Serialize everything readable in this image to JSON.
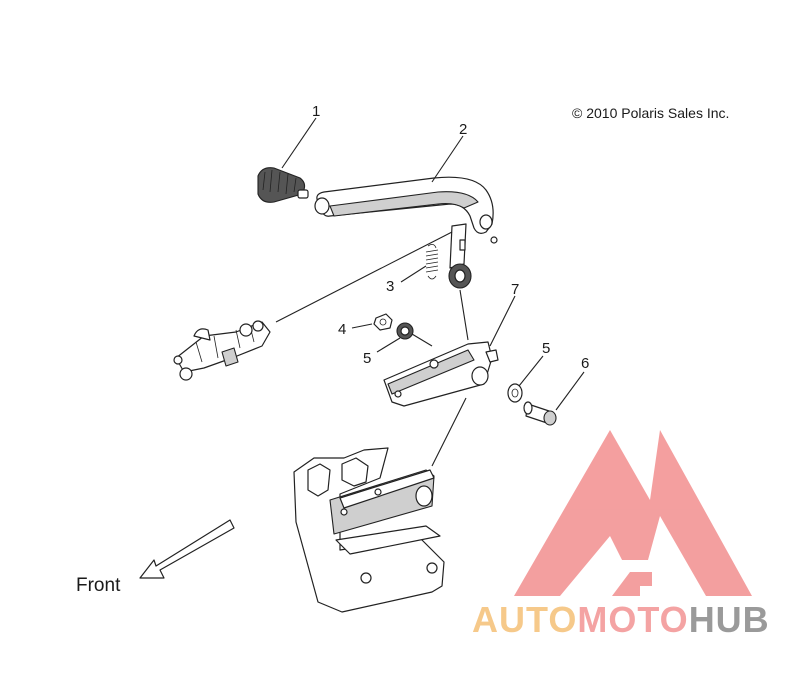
{
  "copyright": "© 2010 Polaris Sales Inc.",
  "direction_label": "Front",
  "callouts": [
    {
      "id": "callout-1",
      "label": "1"
    },
    {
      "id": "callout-2",
      "label": "2"
    },
    {
      "id": "callout-3",
      "label": "3"
    },
    {
      "id": "callout-4",
      "label": "4"
    },
    {
      "id": "callout-5a",
      "label": "5"
    },
    {
      "id": "callout-5b",
      "label": "5"
    },
    {
      "id": "callout-6",
      "label": "6"
    },
    {
      "id": "callout-7",
      "label": "7"
    }
  ],
  "watermark": {
    "part1": "AUTO",
    "part2": "MOTO",
    "part3": "HUB",
    "colors": {
      "auto": "#f6c98a",
      "moto": "#f4a3a3",
      "hub": "#9a9a9a",
      "logo": "#f39a9a"
    }
  }
}
